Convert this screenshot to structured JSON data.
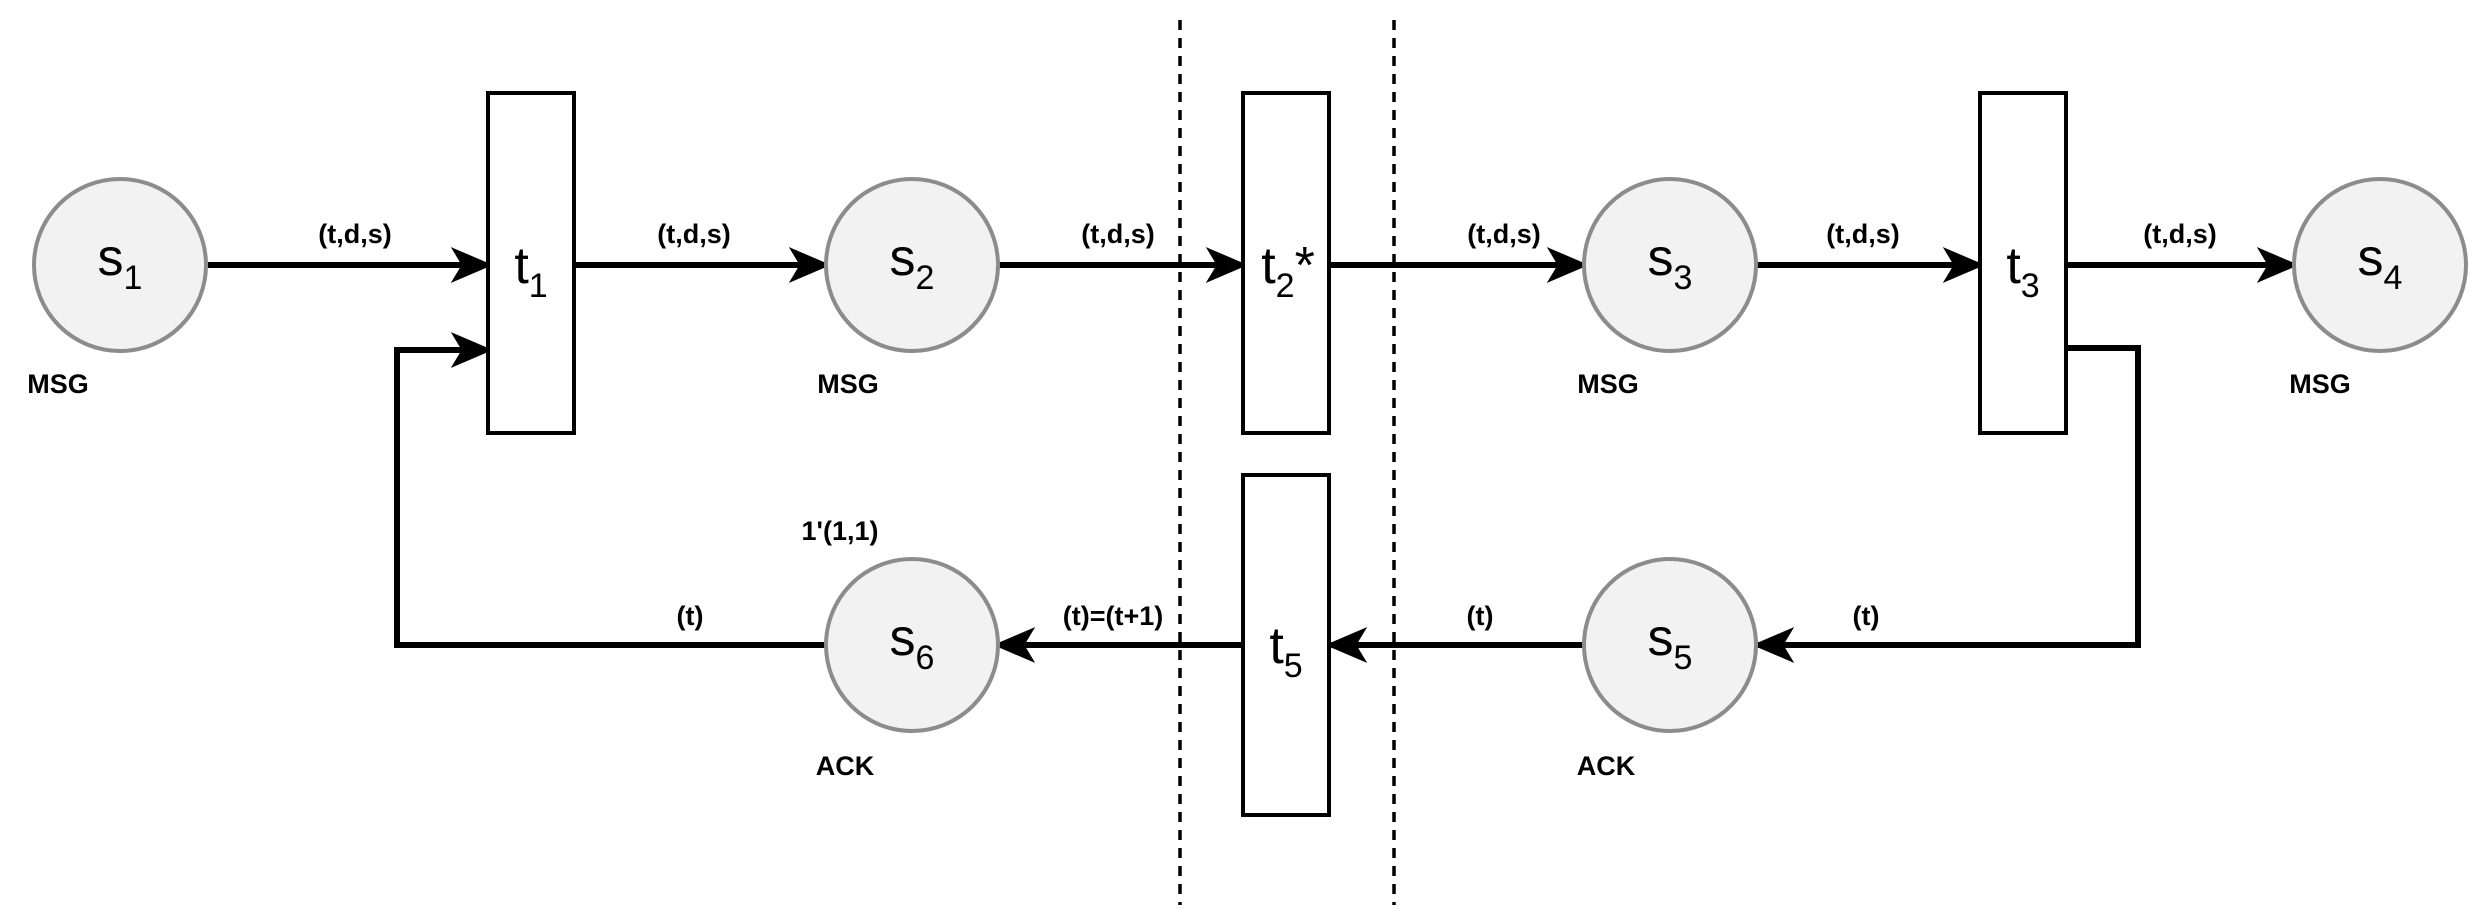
{
  "places": {
    "s1": {
      "name": "s",
      "sub": "1",
      "color_set": "MSG"
    },
    "s2": {
      "name": "s",
      "sub": "2",
      "color_set": "MSG"
    },
    "s3": {
      "name": "s",
      "sub": "3",
      "color_set": "MSG"
    },
    "s4": {
      "name": "s",
      "sub": "4",
      "color_set": "MSG"
    },
    "s5": {
      "name": "s",
      "sub": "5",
      "color_set": "ACK"
    },
    "s6": {
      "name": "s",
      "sub": "6",
      "color_set": "ACK",
      "initial_marking": "1'(1,1)"
    }
  },
  "transitions": {
    "t1": {
      "name": "t",
      "sub": "1",
      "suffix": ""
    },
    "t2": {
      "name": "t",
      "sub": "2",
      "suffix": "*"
    },
    "t3": {
      "name": "t",
      "sub": "3",
      "suffix": ""
    },
    "t5": {
      "name": "t",
      "sub": "5",
      "suffix": ""
    }
  },
  "arcs": {
    "s1_t1": "(t,d,s)",
    "t1_s2": "(t,d,s)",
    "s2_t2": "(t,d,s)",
    "t2_s3": "(t,d,s)",
    "s3_t3": "(t,d,s)",
    "t3_s4": "(t,d,s)",
    "t3_s5": "(t)",
    "s5_t5": "(t)",
    "t5_s6": "(t)=(t+1)",
    "s6_t1": "(t)"
  },
  "colors": {
    "place_fill": "#f2f2f2",
    "place_stroke": "#8c8c8c",
    "line": "#000000"
  }
}
